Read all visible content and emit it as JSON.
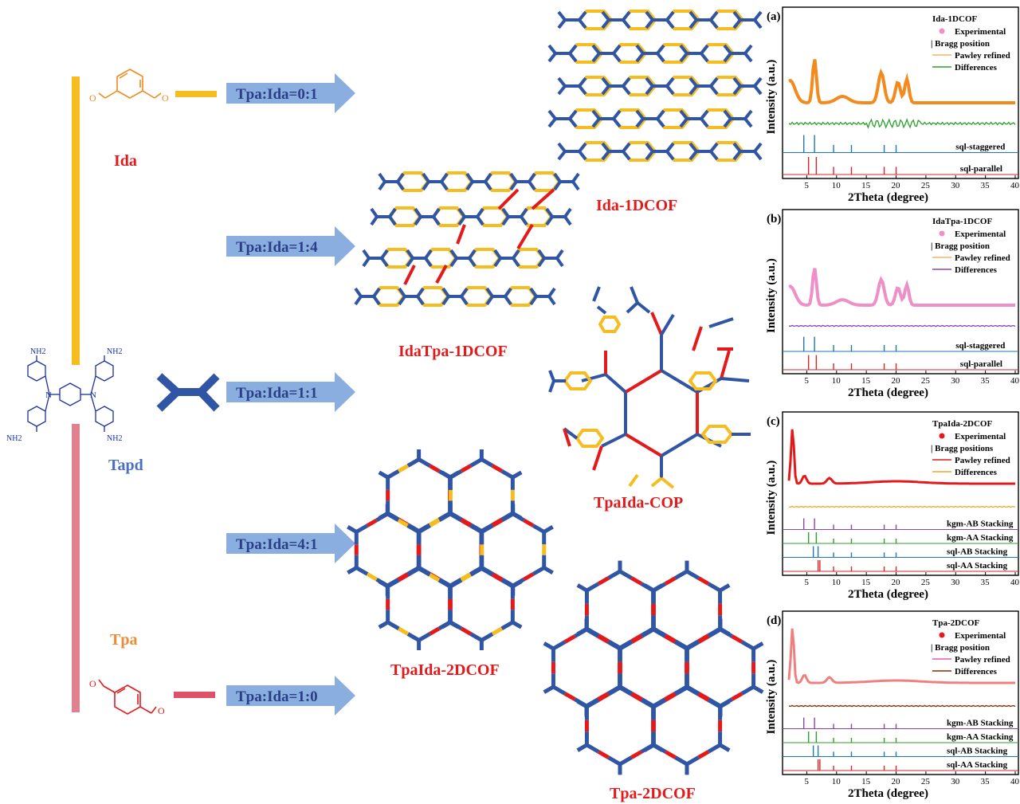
{
  "colors": {
    "tapd_blue": "#2f55a4",
    "ida_yellow": "#f5bd1f",
    "tpa_red": "#e31a1c",
    "arrow_fill": "#8aaee0",
    "bar_pink": "#e0818f",
    "exp_orange": "#f28a1d",
    "exp_pink": "#ee8fc8"
  },
  "monomers": {
    "ida": {
      "name": "Ida",
      "color": "#e31a1c",
      "aldehyde_label": "O"
    },
    "tapd": {
      "name": "Tapd",
      "color": "#4a6fc4",
      "amine_label": "NH2",
      "n_label": "N"
    },
    "tpa": {
      "name": "Tpa",
      "color": "#f08a33",
      "aldehyde_label": "O"
    }
  },
  "ratios": [
    "Tpa:Ida=0:1",
    "Tpa:Ida=1:4",
    "Tpa:Ida=1:1",
    "Tpa:Ida=4:1",
    "Tpa:Ida=1:0"
  ],
  "products": {
    "ida_1dcof": "Ida-1DCOF",
    "idatpa_1dcof": "IdaTpa-1DCOF",
    "tpaida_cop": "TpaIda-COP",
    "tpaida_2dcof": "TpaIda-2DCOF",
    "tpa_2dcof": "Tpa-2DCOF"
  },
  "panels": [
    {
      "letter": "(a)",
      "title": "Ida-1DCOF",
      "legend": [
        "Experimental",
        "| Bragg position",
        "Pawley refined",
        "Differences"
      ],
      "stacks": [
        "sql-staggered",
        "sql-parallel"
      ],
      "xlabel": "2Theta (degree)",
      "ylabel": "Intensity (a.u.)",
      "xticks": [
        "5",
        "10",
        "15",
        "20",
        "25",
        "30",
        "35",
        "40"
      ]
    },
    {
      "letter": "(b)",
      "title": "IdaTpa-1DCOF",
      "legend": [
        "Experimental",
        "| Bragg position",
        "Pawley refined",
        "Differences"
      ],
      "stacks": [
        "sql-staggered",
        "sql-parallel"
      ],
      "xlabel": "2Theta (degree)",
      "ylabel": "Intensity (a.u.)",
      "xticks": [
        "5",
        "10",
        "15",
        "20",
        "25",
        "30",
        "35",
        "40"
      ]
    },
    {
      "letter": "(c)",
      "title": "TpaIda-2DCOF",
      "legend": [
        "Experimental",
        "| Bragg positions",
        "Pawley refined",
        "Differences"
      ],
      "stacks": [
        "kgm-AB Stacking",
        "kgm-AA Stacking",
        "sql-AB Stacking",
        "sql-AA Stacking"
      ],
      "xlabel": "2Theta (degree)",
      "ylabel": "Intensity (a.u.)",
      "xticks": [
        "5",
        "10",
        "15",
        "20",
        "25",
        "30",
        "35",
        "40"
      ]
    },
    {
      "letter": "(d)",
      "title": "Tpa-2DCOF",
      "legend": [
        "Experimental",
        "| Bragg position",
        "Pawley refined",
        "Differences"
      ],
      "stacks": [
        "kgm-AB Stacking",
        "kgm-AA Stacking",
        "sql-AB Stacking",
        "sql-AA Stacking"
      ],
      "xlabel": "2Theta (degree)",
      "ylabel": "Intensity (a.u.)",
      "xticks": [
        "5",
        "10",
        "15",
        "20",
        "25",
        "30",
        "35",
        "40"
      ]
    }
  ]
}
